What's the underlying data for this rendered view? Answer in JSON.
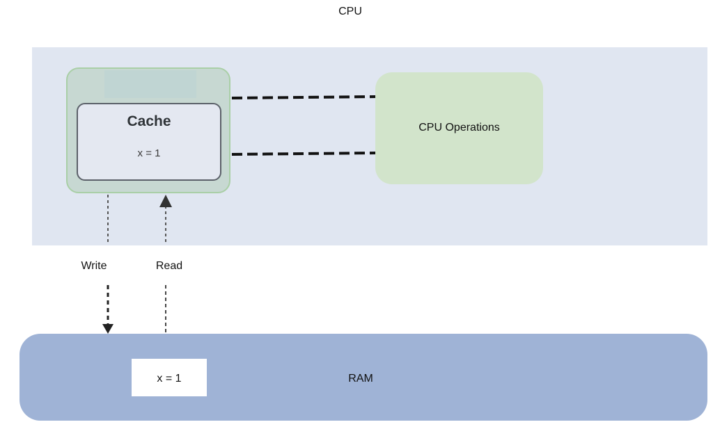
{
  "cpu": {
    "title": "CPU",
    "operations_label": "CPU Operations"
  },
  "cache": {
    "title": "Cache",
    "value": "x = 1"
  },
  "arrows": {
    "write_label": "Write",
    "read_label": "Read"
  },
  "ram": {
    "label": "RAM",
    "cell_value": "x = 1"
  },
  "colors": {
    "cpu_region": "#e0e6f1",
    "cache_container": "#c7d8d2",
    "cache_border": "#a9cfa6",
    "cache_inner": "#e4e8f1",
    "cpu_operations": "#d2e4cb",
    "ram": "#9fb3d6"
  }
}
